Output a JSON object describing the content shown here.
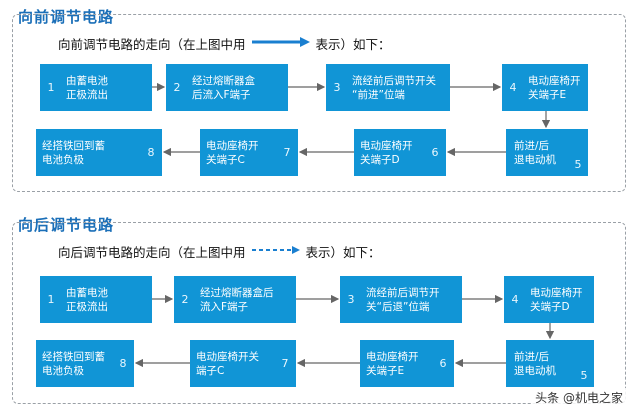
{
  "colors": {
    "title": "#1b6fb8",
    "box": "#1195d6",
    "arrow": "#666666",
    "legend_arrow": "#1a7fd0"
  },
  "forward": {
    "title": "向前调节电路",
    "intro_before": "向前调节电路的走向（在上图中用",
    "intro_after": "表示）如下：",
    "legend_style": "solid",
    "steps": [
      {
        "n": "1",
        "text": "由蓄电池\n正极流出"
      },
      {
        "n": "2",
        "text": "经过熔断器盒\n后流入F端子"
      },
      {
        "n": "3",
        "text": "流经前后调节开关\n“前进”位端"
      },
      {
        "n": "4",
        "text": "电动座椅开\n关端子E"
      },
      {
        "n": "5",
        "text": "前进/后\n退电动机"
      },
      {
        "n": "6",
        "text": "电动座椅开\n关端子D"
      },
      {
        "n": "7",
        "text": "电动座椅开\n关端子C"
      },
      {
        "n": "8",
        "text": "经搭铁回到蓄\n电池负极"
      }
    ]
  },
  "backward": {
    "title": "向后调节电路",
    "intro_before": "向后调节电路的走向（在上图中用",
    "intro_after": "表示）如下：",
    "legend_style": "dashed",
    "steps": [
      {
        "n": "1",
        "text": "由蓄电池\n正极流出"
      },
      {
        "n": "2",
        "text": "经过熔断器盒后\n流入F端子"
      },
      {
        "n": "3",
        "text": "流经前后调节开\n关“后退”位端"
      },
      {
        "n": "4",
        "text": "电动座椅开\n关端子D"
      },
      {
        "n": "5",
        "text": "前进/后\n退电动机"
      },
      {
        "n": "6",
        "text": "电动座椅开\n关端子E"
      },
      {
        "n": "7",
        "text": "电动座椅开关\n端子C"
      },
      {
        "n": "8",
        "text": "经搭铁回到蓄\n电池负极"
      }
    ]
  },
  "watermark": "头条 @机电之家"
}
